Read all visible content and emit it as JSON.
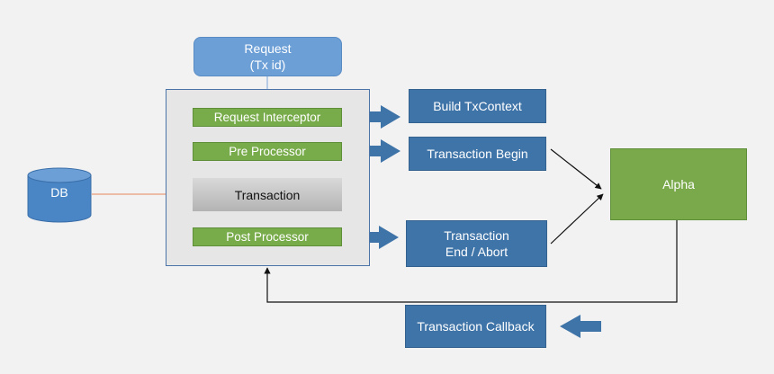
{
  "nodes": {
    "request": "Request\n(Tx id)",
    "request_interceptor": "Request Interceptor",
    "pre_processor": "Pre Processor",
    "transaction": "Transaction",
    "post_processor": "Post Processor",
    "build_txcontext": "Build TxContext",
    "transaction_begin": "Transaction Begin",
    "transaction_end_abort": "Transaction\nEnd / Abort",
    "alpha": "Alpha",
    "transaction_callback": "Transaction Callback",
    "db": "DB"
  },
  "colors": {
    "background": "#f2f2f2",
    "request_blue": "#6d9fd7",
    "dark_blue": "#3f74a8",
    "green": "#78ab4a",
    "db_connector": "#e8855a"
  }
}
